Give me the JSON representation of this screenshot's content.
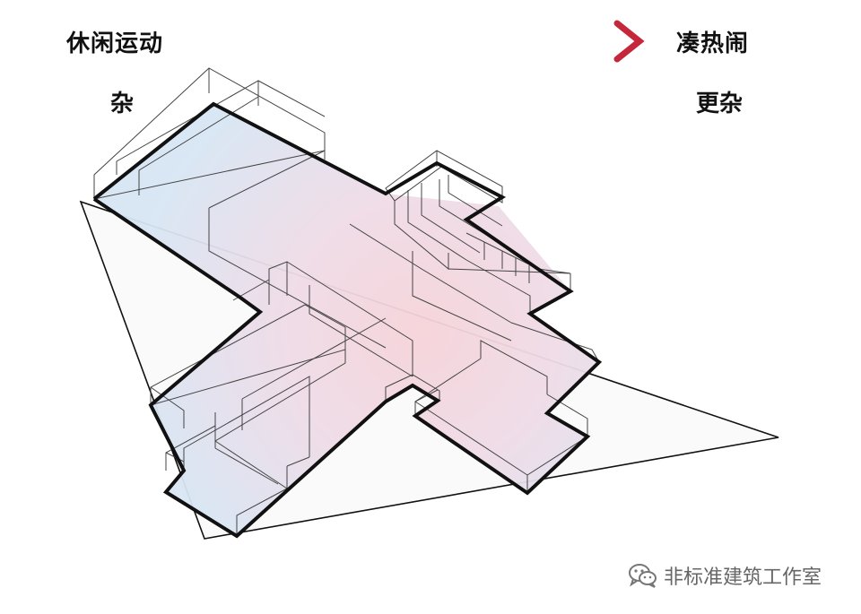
{
  "header": {
    "left_label": "休闲运动",
    "left_sub": "杂",
    "right_label": "凑热闹",
    "right_sub": "更杂"
  },
  "arrow": {
    "start_color": "#b8cfe6",
    "end_color": "#c4283a"
  },
  "colors": {
    "floor_blue": "#d7e6f4",
    "floor_pink": "#f6d3d9",
    "outline": "#111111",
    "ghost": "#555555"
  },
  "watermark": {
    "icon": "wechat-icon",
    "text": "非标准建筑工作室"
  }
}
